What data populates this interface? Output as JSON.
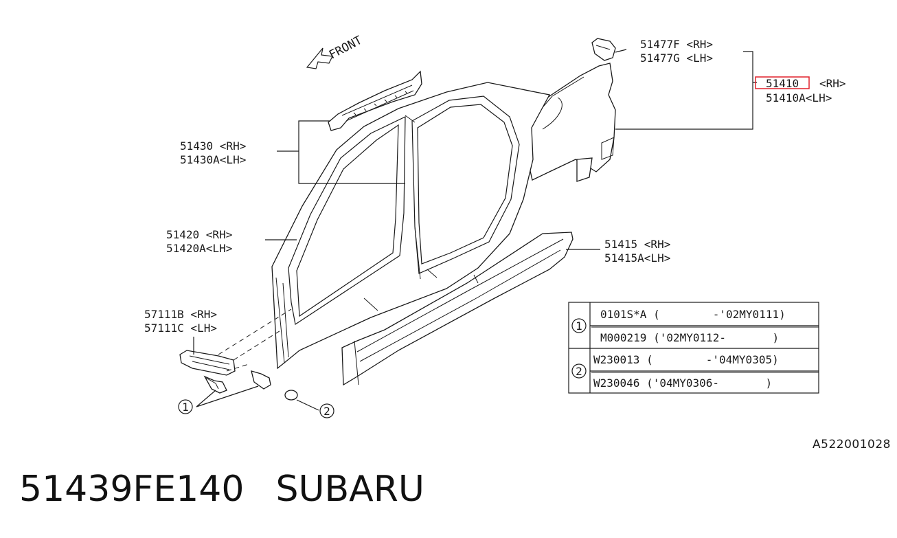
{
  "front_label": "FRONT",
  "callouts": {
    "p51477": [
      "51477F <RH>",
      "51477G <LH>"
    ],
    "p51410": [
      "51410",
      "<RH>",
      "51410A<LH>"
    ],
    "p51430": [
      "51430  <RH>",
      "51430A<LH>"
    ],
    "p51420": [
      "51420  <RH>",
      "51420A<LH>"
    ],
    "p51415": [
      "51415  <RH>",
      "51415A<LH>"
    ],
    "p57111": [
      "57111B <RH>",
      "57111C <LH>"
    ]
  },
  "index_markers": [
    "1",
    "2"
  ],
  "table": [
    {
      "ref": "1",
      "rows": [
        "0101S*A (        -'02MY0111)",
        "M000219 ('02MY0112-       )"
      ]
    },
    {
      "ref": "2",
      "rows": [
        "W230013 (        -'04MY0305)",
        "W230046 ('04MY0306-       )"
      ]
    }
  ],
  "drawing_number": "A522001028",
  "part_number": "51439FE140",
  "brand": "SUBARU",
  "highlight_color": "#e0202a"
}
